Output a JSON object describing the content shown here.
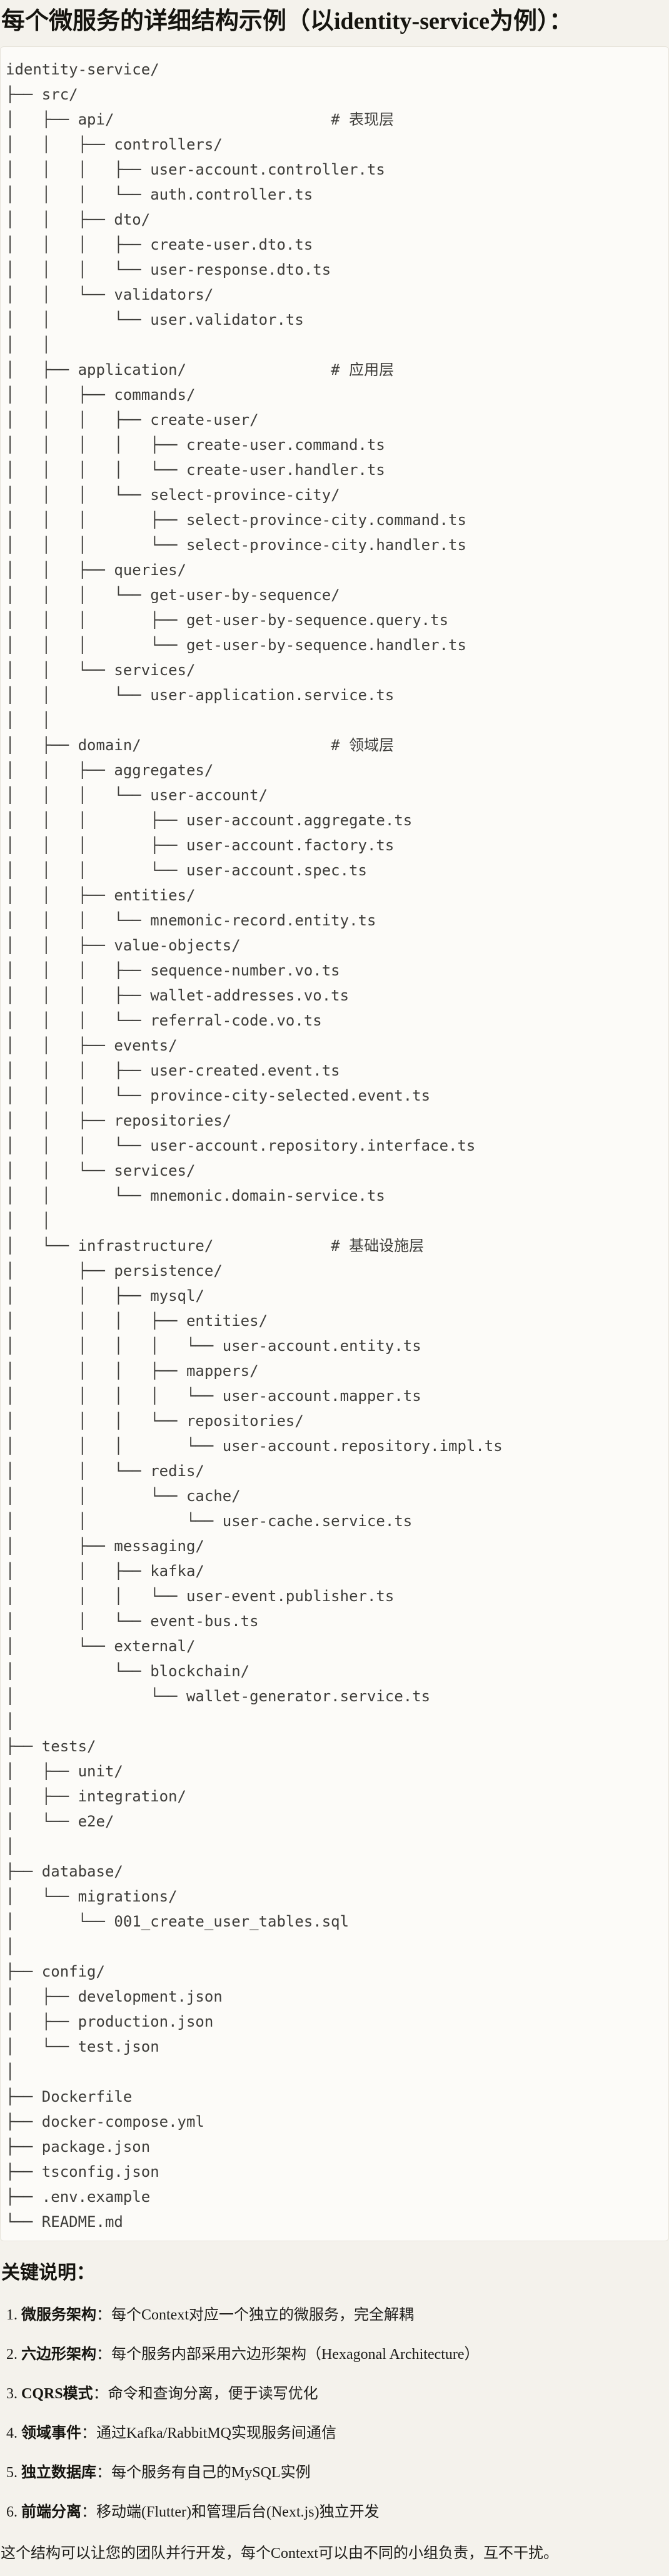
{
  "doc": {
    "title": "每个微服务的详细结构示例（以identity-service为例）：",
    "section_heading": "关键说明：",
    "footer": "这个结构可以让您的团队并行开发，每个Context可以由不同的小组负责，互不干扰。"
  },
  "tree": {
    "lines": [
      "identity-service/",
      "├── src/",
      "│   ├── api/                        # 表现层",
      "│   │   ├── controllers/",
      "│   │   │   ├── user-account.controller.ts",
      "│   │   │   └── auth.controller.ts",
      "│   │   ├── dto/",
      "│   │   │   ├── create-user.dto.ts",
      "│   │   │   └── user-response.dto.ts",
      "│   │   └── validators/",
      "│   │       └── user.validator.ts",
      "│   │",
      "│   ├── application/                # 应用层",
      "│   │   ├── commands/",
      "│   │   │   ├── create-user/",
      "│   │   │   │   ├── create-user.command.ts",
      "│   │   │   │   └── create-user.handler.ts",
      "│   │   │   └── select-province-city/",
      "│   │   │       ├── select-province-city.command.ts",
      "│   │   │       └── select-province-city.handler.ts",
      "│   │   ├── queries/",
      "│   │   │   └── get-user-by-sequence/",
      "│   │   │       ├── get-user-by-sequence.query.ts",
      "│   │   │       └── get-user-by-sequence.handler.ts",
      "│   │   └── services/",
      "│   │       └── user-application.service.ts",
      "│   │",
      "│   ├── domain/                     # 领域层",
      "│   │   ├── aggregates/",
      "│   │   │   └── user-account/",
      "│   │   │       ├── user-account.aggregate.ts",
      "│   │   │       ├── user-account.factory.ts",
      "│   │   │       └── user-account.spec.ts",
      "│   │   ├── entities/",
      "│   │   │   └── mnemonic-record.entity.ts",
      "│   │   ├── value-objects/",
      "│   │   │   ├── sequence-number.vo.ts",
      "│   │   │   ├── wallet-addresses.vo.ts",
      "│   │   │   └── referral-code.vo.ts",
      "│   │   ├── events/",
      "│   │   │   ├── user-created.event.ts",
      "│   │   │   └── province-city-selected.event.ts",
      "│   │   ├── repositories/",
      "│   │   │   └── user-account.repository.interface.ts",
      "│   │   └── services/",
      "│   │       └── mnemonic.domain-service.ts",
      "│   │",
      "│   └── infrastructure/             # 基础设施层",
      "│       ├── persistence/",
      "│       │   ├── mysql/",
      "│       │   │   ├── entities/",
      "│       │   │   │   └── user-account.entity.ts",
      "│       │   │   ├── mappers/",
      "│       │   │   │   └── user-account.mapper.ts",
      "│       │   │   └── repositories/",
      "│       │   │       └── user-account.repository.impl.ts",
      "│       │   └── redis/",
      "│       │       └── cache/",
      "│       │           └── user-cache.service.ts",
      "│       ├── messaging/",
      "│       │   ├── kafka/",
      "│       │   │   └── user-event.publisher.ts",
      "│       │   └── event-bus.ts",
      "│       └── external/",
      "│           └── blockchain/",
      "│               └── wallet-generator.service.ts",
      "│",
      "├── tests/",
      "│   ├── unit/",
      "│   ├── integration/",
      "│   └── e2e/",
      "│",
      "├── database/",
      "│   └── migrations/",
      "│       └── 001_create_user_tables.sql",
      "│",
      "├── config/",
      "│   ├── development.json",
      "│   ├── production.json",
      "│   └── test.json",
      "│",
      "├── Dockerfile",
      "├── docker-compose.yml",
      "├── package.json",
      "├── tsconfig.json",
      "├── .env.example",
      "└── README.md"
    ]
  },
  "notes": [
    {
      "num": "1.",
      "label": "微服务架构",
      "text": "：每个Context对应一个独立的微服务，完全解耦"
    },
    {
      "num": "2.",
      "label": "六边形架构",
      "text": "：每个服务内部采用六边形架构（Hexagonal Architecture）"
    },
    {
      "num": "3.",
      "label": "CQRS模式",
      "text": "：命令和查询分离，便于读写优化"
    },
    {
      "num": "4.",
      "label": "领域事件",
      "text": "：通过Kafka/RabbitMQ实现服务间通信"
    },
    {
      "num": "5.",
      "label": "独立数据库",
      "text": "：每个服务有自己的MySQL实例"
    },
    {
      "num": "6.",
      "label": "前端分离",
      "text": "：移动端(Flutter)和管理后台(Next.js)独立开发"
    }
  ]
}
